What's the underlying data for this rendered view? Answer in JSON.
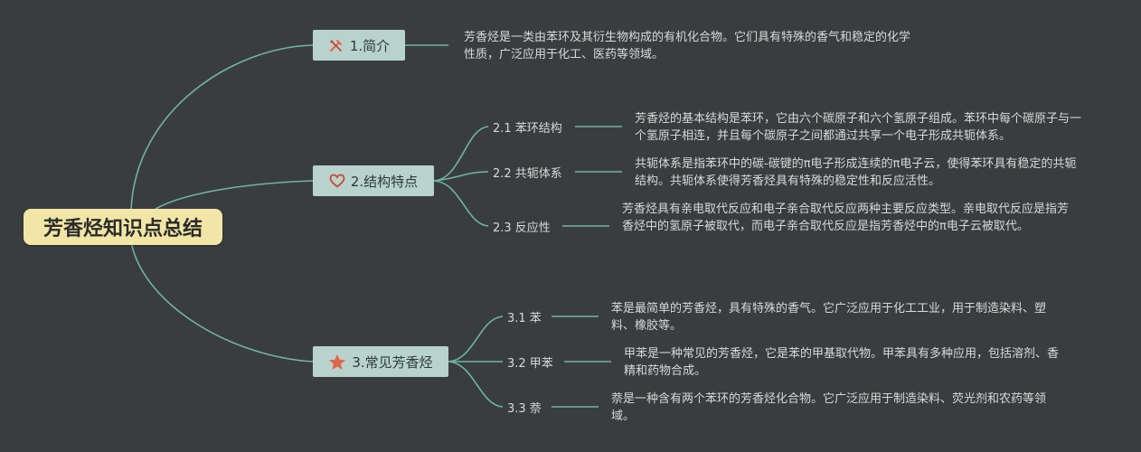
{
  "root": {
    "title": "芳香烃知识点总结"
  },
  "branches": [
    {
      "label": "1.简介",
      "icon": "tools-icon",
      "desc": "芳香烃是一类由苯环及其衍生物构成的有机化合物。它们具有特殊的香气和稳定的化学性质，广泛应用于化工、医药等领域。"
    },
    {
      "label": "2.结构特点",
      "icon": "heart-icon",
      "children": [
        {
          "label": "2.1 苯环结构",
          "desc": "芳香烃的基本结构是苯环，它由六个碳原子和六个氢原子组成。苯环中每个碳原子与一个氢原子相连，并且每个碳原子之间都通过共享一个电子形成共轭体系。"
        },
        {
          "label": "2.2 共轭体系",
          "desc": "共轭体系是指苯环中的碳-碳键的π电子形成连续的π电子云，使得苯环具有稳定的共轭结构。共轭体系使得芳香烃具有特殊的稳定性和反应活性。"
        },
        {
          "label": "2.3 反应性",
          "desc": "芳香烃具有亲电取代反应和电子亲合取代反应两种主要反应类型。亲电取代反应是指芳香烃中的氢原子被取代，而电子亲合取代反应是指芳香烃中的π电子云被取代。"
        }
      ]
    },
    {
      "label": "3.常见芳香烃",
      "icon": "star-icon",
      "children": [
        {
          "label": "3.1 苯",
          "desc": "苯是最简单的芳香烃，具有特殊的香气。它广泛应用于化工工业，用于制造染料、塑料、橡胶等。"
        },
        {
          "label": "3.2 甲苯",
          "desc": "甲苯是一种常见的芳香烃，它是苯的甲基取代物。甲苯具有多种应用，包括溶剂、香精和药物合成。"
        },
        {
          "label": "3.3 萘",
          "desc": "萘是一种含有两个苯环的芳香烃化合物。它广泛应用于制造染料、荧光剂和农药等领域。"
        }
      ]
    }
  ],
  "colors": {
    "background": "#3a3d3f",
    "root_fill": "#f1e6a6",
    "branch_fill": "#b8d3cc",
    "line": "#6fb5a3",
    "text": "#d6dad8",
    "icon_accent": "#e0674b"
  }
}
